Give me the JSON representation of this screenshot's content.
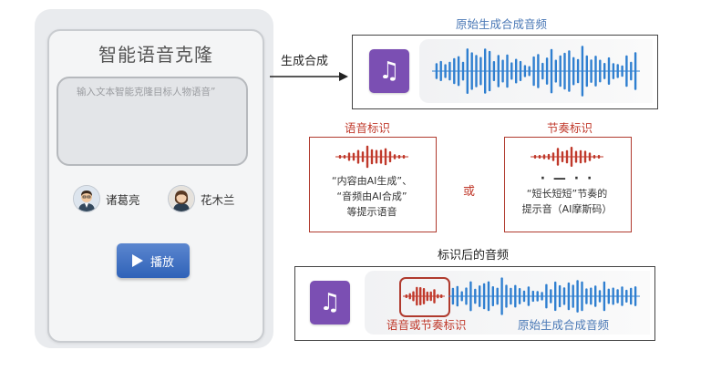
{
  "app": {
    "title": "智能语音克隆",
    "input_placeholder": "输入文本智能克隆目标人物语音”",
    "voices": [
      {
        "name": "诸葛亮",
        "icon": "man-avatar-icon"
      },
      {
        "name": "花木兰",
        "icon": "woman-avatar-icon"
      }
    ],
    "play_label": "播放",
    "play_icon": "play-icon"
  },
  "flow": {
    "arrow_label": "生成合成",
    "original_caption": "原始生成合成音频",
    "voice_mark": {
      "title": "语音标识",
      "line1": "“内容由AI生成”、",
      "line2": "“音频由AI合成”",
      "line3": "等提示语音"
    },
    "or_label": "或",
    "rhythm_mark": {
      "title": "节奏标识",
      "morse": "· —  · ·",
      "line1": "“短长短短”节奏的",
      "line2": "提示音（AI摩斯码）"
    },
    "marked_title": "标识后的音频",
    "marked_label_left": "语音或节奏标识",
    "marked_label_right": "原始生成合成音频",
    "music_icon": "music-note-icon"
  },
  "colors": {
    "wave_blue": "#2f7fd0",
    "mark_red": "#c0392b",
    "tile_purple": "#7b4fb3",
    "button_blue": "#2f62b8"
  }
}
